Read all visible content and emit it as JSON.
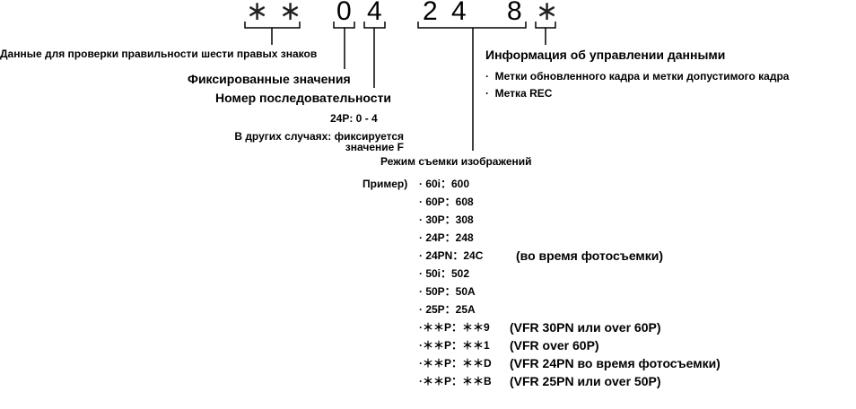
{
  "code": {
    "chars": [
      "∗",
      "∗",
      "0",
      "4",
      "2",
      "4",
      "8",
      "∗"
    ]
  },
  "labels": {
    "check_data": "Данные для проверки правильности шести правых знаков",
    "fixed_values": "Фиксированные значения",
    "sequence_number": "Номер последовательности",
    "seq_24p": "24P: 0 - 4",
    "seq_other_line1": "В других случаях: фиксируется",
    "seq_other_line2": "значение F",
    "capture_mode": "Режим съемки изображений",
    "data_mgmt_title": "Информация об управлении данными",
    "data_mgmt_items": [
      "Метки обновленного кадра и метки допустимого кадра",
      "Метка REC"
    ],
    "example_prefix": "Пример)"
  },
  "examples": [
    {
      "text": "· 60i：600",
      "note": ""
    },
    {
      "text": "· 60P：608",
      "note": ""
    },
    {
      "text": "· 30P：308",
      "note": ""
    },
    {
      "text": "· 24P：248",
      "note": ""
    },
    {
      "text": "· 24PN：24C",
      "note": "(во время фотосъемки)"
    },
    {
      "text": "· 50i：502",
      "note": ""
    },
    {
      "text": "· 50P：50A",
      "note": ""
    },
    {
      "text": "· 25P：25A",
      "note": ""
    },
    {
      "text": "·＊＊P：＊＊9",
      "note": "(VFR 30PN или over 60P)"
    },
    {
      "text": "·＊＊P：＊＊1",
      "note": "(VFR over 60P)"
    },
    {
      "text": "·＊＊P：＊＊D",
      "note": "(VFR 24PN во время фотосъемки)"
    },
    {
      "text": "·＊＊P：＊＊B",
      "note": "(VFR 25PN или over 50P)"
    }
  ]
}
